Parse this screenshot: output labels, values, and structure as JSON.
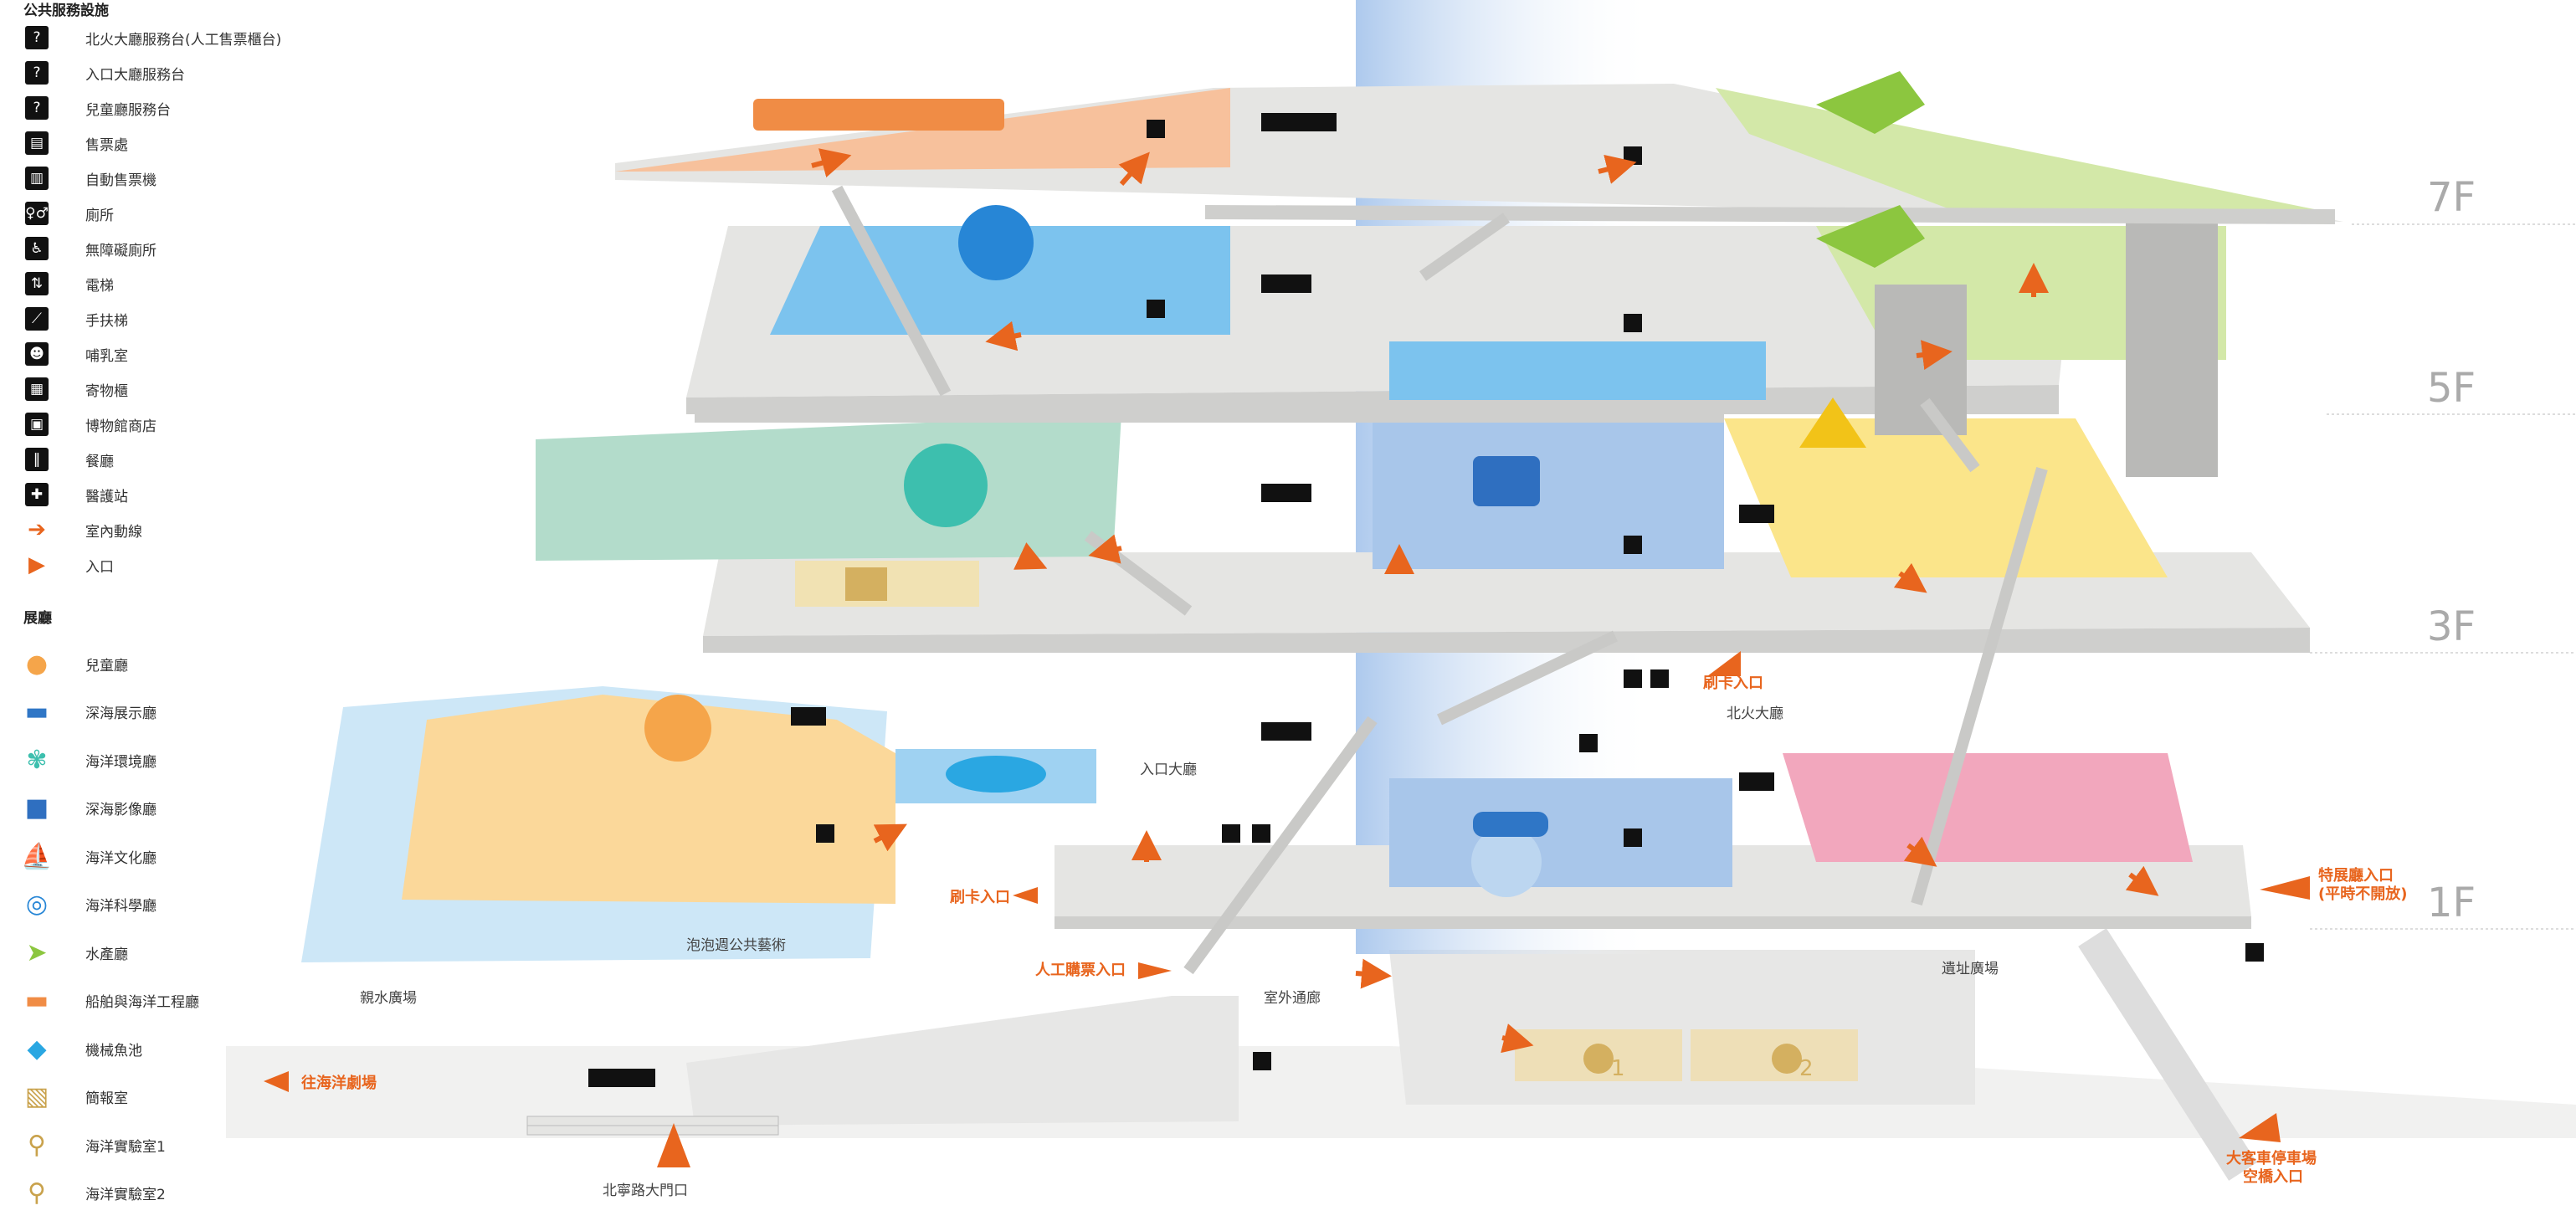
{
  "legend": {
    "facilities_title": "公共服務設施",
    "facilities": [
      {
        "label": "北火大廳服務台(人工售票櫃台)",
        "icon": "info-desk-icon",
        "glyph": "?"
      },
      {
        "label": "入口大廳服務台",
        "icon": "info-desk-icon",
        "glyph": "?"
      },
      {
        "label": "兒童廳服務台",
        "icon": "info-desk-icon",
        "glyph": "?"
      },
      {
        "label": "售票處",
        "icon": "ticket-office-icon",
        "glyph": "▤"
      },
      {
        "label": "自動售票機",
        "icon": "ticket-machine-icon",
        "glyph": "▥"
      },
      {
        "label": "廁所",
        "icon": "toilet-icon",
        "glyph": "♀♂"
      },
      {
        "label": "無障礙廁所",
        "icon": "accessible-toilet-icon",
        "glyph": "♿"
      },
      {
        "label": "電梯",
        "icon": "elevator-icon",
        "glyph": "⇅"
      },
      {
        "label": "手扶梯",
        "icon": "escalator-icon",
        "glyph": "⟋"
      },
      {
        "label": "哺乳室",
        "icon": "nursing-room-icon",
        "glyph": "☻"
      },
      {
        "label": "寄物櫃",
        "icon": "locker-icon",
        "glyph": "▦"
      },
      {
        "label": "博物館商店",
        "icon": "shop-icon",
        "glyph": "▣"
      },
      {
        "label": "餐廳",
        "icon": "restaurant-icon",
        "glyph": "‖"
      },
      {
        "label": "醫護站",
        "icon": "first-aid-icon",
        "glyph": "✚"
      },
      {
        "label": "室內動線",
        "icon": "indoor-route-arrow-icon",
        "glyph": "➔"
      },
      {
        "label": "入口",
        "icon": "entrance-triangle-icon",
        "glyph": "▶"
      }
    ],
    "halls_title": "展廳",
    "halls": [
      {
        "label": "兒童廳",
        "icon": "child-icon",
        "color": "#f5a54a",
        "glyph": "●"
      },
      {
        "label": "深海展示廳",
        "icon": "submarine-icon",
        "color": "#2f76c6",
        "glyph": "▬"
      },
      {
        "label": "海洋環境廳",
        "icon": "coral-icon",
        "color": "#3dbfae",
        "glyph": "✾"
      },
      {
        "label": "深海影像廳",
        "icon": "camera-icon",
        "color": "#2f6fc0",
        "glyph": "■"
      },
      {
        "label": "海洋文化廳",
        "icon": "junk-ship-icon",
        "color": "#f2c318",
        "glyph": "⛵"
      },
      {
        "label": "海洋科學廳",
        "icon": "science-sphere-icon",
        "color": "#2786d6",
        "glyph": "◎"
      },
      {
        "label": "水產廳",
        "icon": "sailfish-icon",
        "color": "#8cc63f",
        "glyph": "➤"
      },
      {
        "label": "船舶與海洋工程廳",
        "icon": "ship-icon",
        "color": "#f08c45",
        "glyph": "▬"
      },
      {
        "label": "機械魚池",
        "icon": "fish-icon",
        "color": "#2aa7e2",
        "glyph": "◆"
      },
      {
        "label": "簡報室",
        "icon": "briefing-room-icon",
        "color": "#c9a24c",
        "glyph": "▧"
      },
      {
        "label": "海洋實驗室1",
        "icon": "microscope-icon",
        "color": "#c9a24c",
        "glyph": "⚲"
      },
      {
        "label": "海洋實驗室2",
        "icon": "microscope-icon",
        "color": "#c9a24c",
        "glyph": "⚲"
      }
    ]
  },
  "colors": {
    "orange_route": "#e8651e",
    "floor": "#e5e5e3",
    "ship_hall": "#f7c19c",
    "science_hall": "#7cc3ee",
    "fish_hall": "#d3e8a8",
    "env_hall": "#b3dccb",
    "video_hall": "#a8c6ea",
    "culture_hall": "#fbe58a",
    "child_hall": "#fbd89a",
    "special_hall": "#f2a7bd",
    "water": "#cde7f7"
  },
  "floors": {
    "f7": "7F",
    "f5": "5F",
    "f3": "3F",
    "f1": "1F"
  },
  "labels": {
    "card_entrance_3f": "刷卡入口",
    "north_fire_hall": "北火大廳",
    "entrance_hall": "入口大廳",
    "card_entrance_1f": "刷卡入口",
    "manual_ticket_entrance": "人工購票入口",
    "special_exhibit_entrance": "特展廳入口",
    "special_exhibit_note": "(平時不開放)",
    "bubble_art": "泡泡週公共藝術",
    "water_plaza": "親水廣場",
    "outdoor_corridor": "室外通廊",
    "ruins_plaza": "遺址廣場",
    "to_ocean_theater": "往海洋劇場",
    "main_gate": "北寧路大門口",
    "bus_parking_line1": "大客車停車場",
    "bus_parking_line2": "空橋入口",
    "lab1_num": "1",
    "lab2_num": "2"
  }
}
